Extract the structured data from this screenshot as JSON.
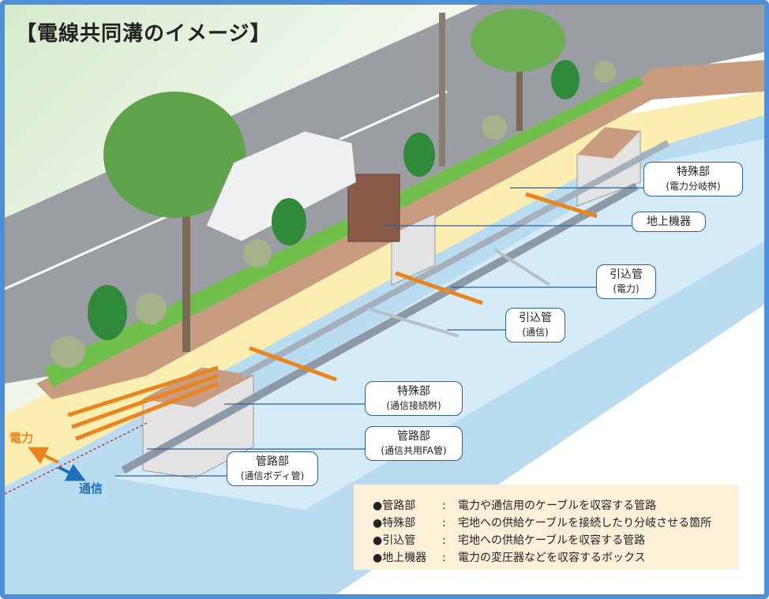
{
  "title": "【電線共同溝のイメージ】",
  "callouts": {
    "special_power": {
      "label": "特殊部",
      "sub": "(電力分岐桝)"
    },
    "ground_equipment": {
      "label": "地上機器"
    },
    "service_pipe_power": {
      "label": "引込管",
      "sub": "(電力)"
    },
    "service_pipe_comm": {
      "label": "引込管",
      "sub": "(通信)"
    },
    "special_comm": {
      "label": "特殊部",
      "sub": "(通信接続桝)"
    },
    "conduit_fa": {
      "label": "管路部",
      "sub": "(通信共用FA管)"
    },
    "conduit_body": {
      "label": "管路部",
      "sub": "(通信ボディ管)"
    }
  },
  "directions": {
    "power": "電力",
    "comm": "通信"
  },
  "colors": {
    "frame": "#4f8fd6",
    "power": "#e8851e",
    "comm": "#1f6fb8",
    "legend_bg": "#fcf0d9"
  },
  "legend": [
    {
      "term": "●管路部",
      "sep": ":",
      "desc": "電力や通信用のケーブルを収容する管路"
    },
    {
      "term": "●特殊部",
      "sep": ":",
      "desc": "宅地への供給ケーブルを接続したり分岐させる箇所"
    },
    {
      "term": "●引込管",
      "sep": ":",
      "desc": "宅地への供給ケーブルを収容する管路"
    },
    {
      "term": "●地上機器",
      "sep": ":",
      "desc": "電力の変圧器などを収容するボックス"
    }
  ]
}
